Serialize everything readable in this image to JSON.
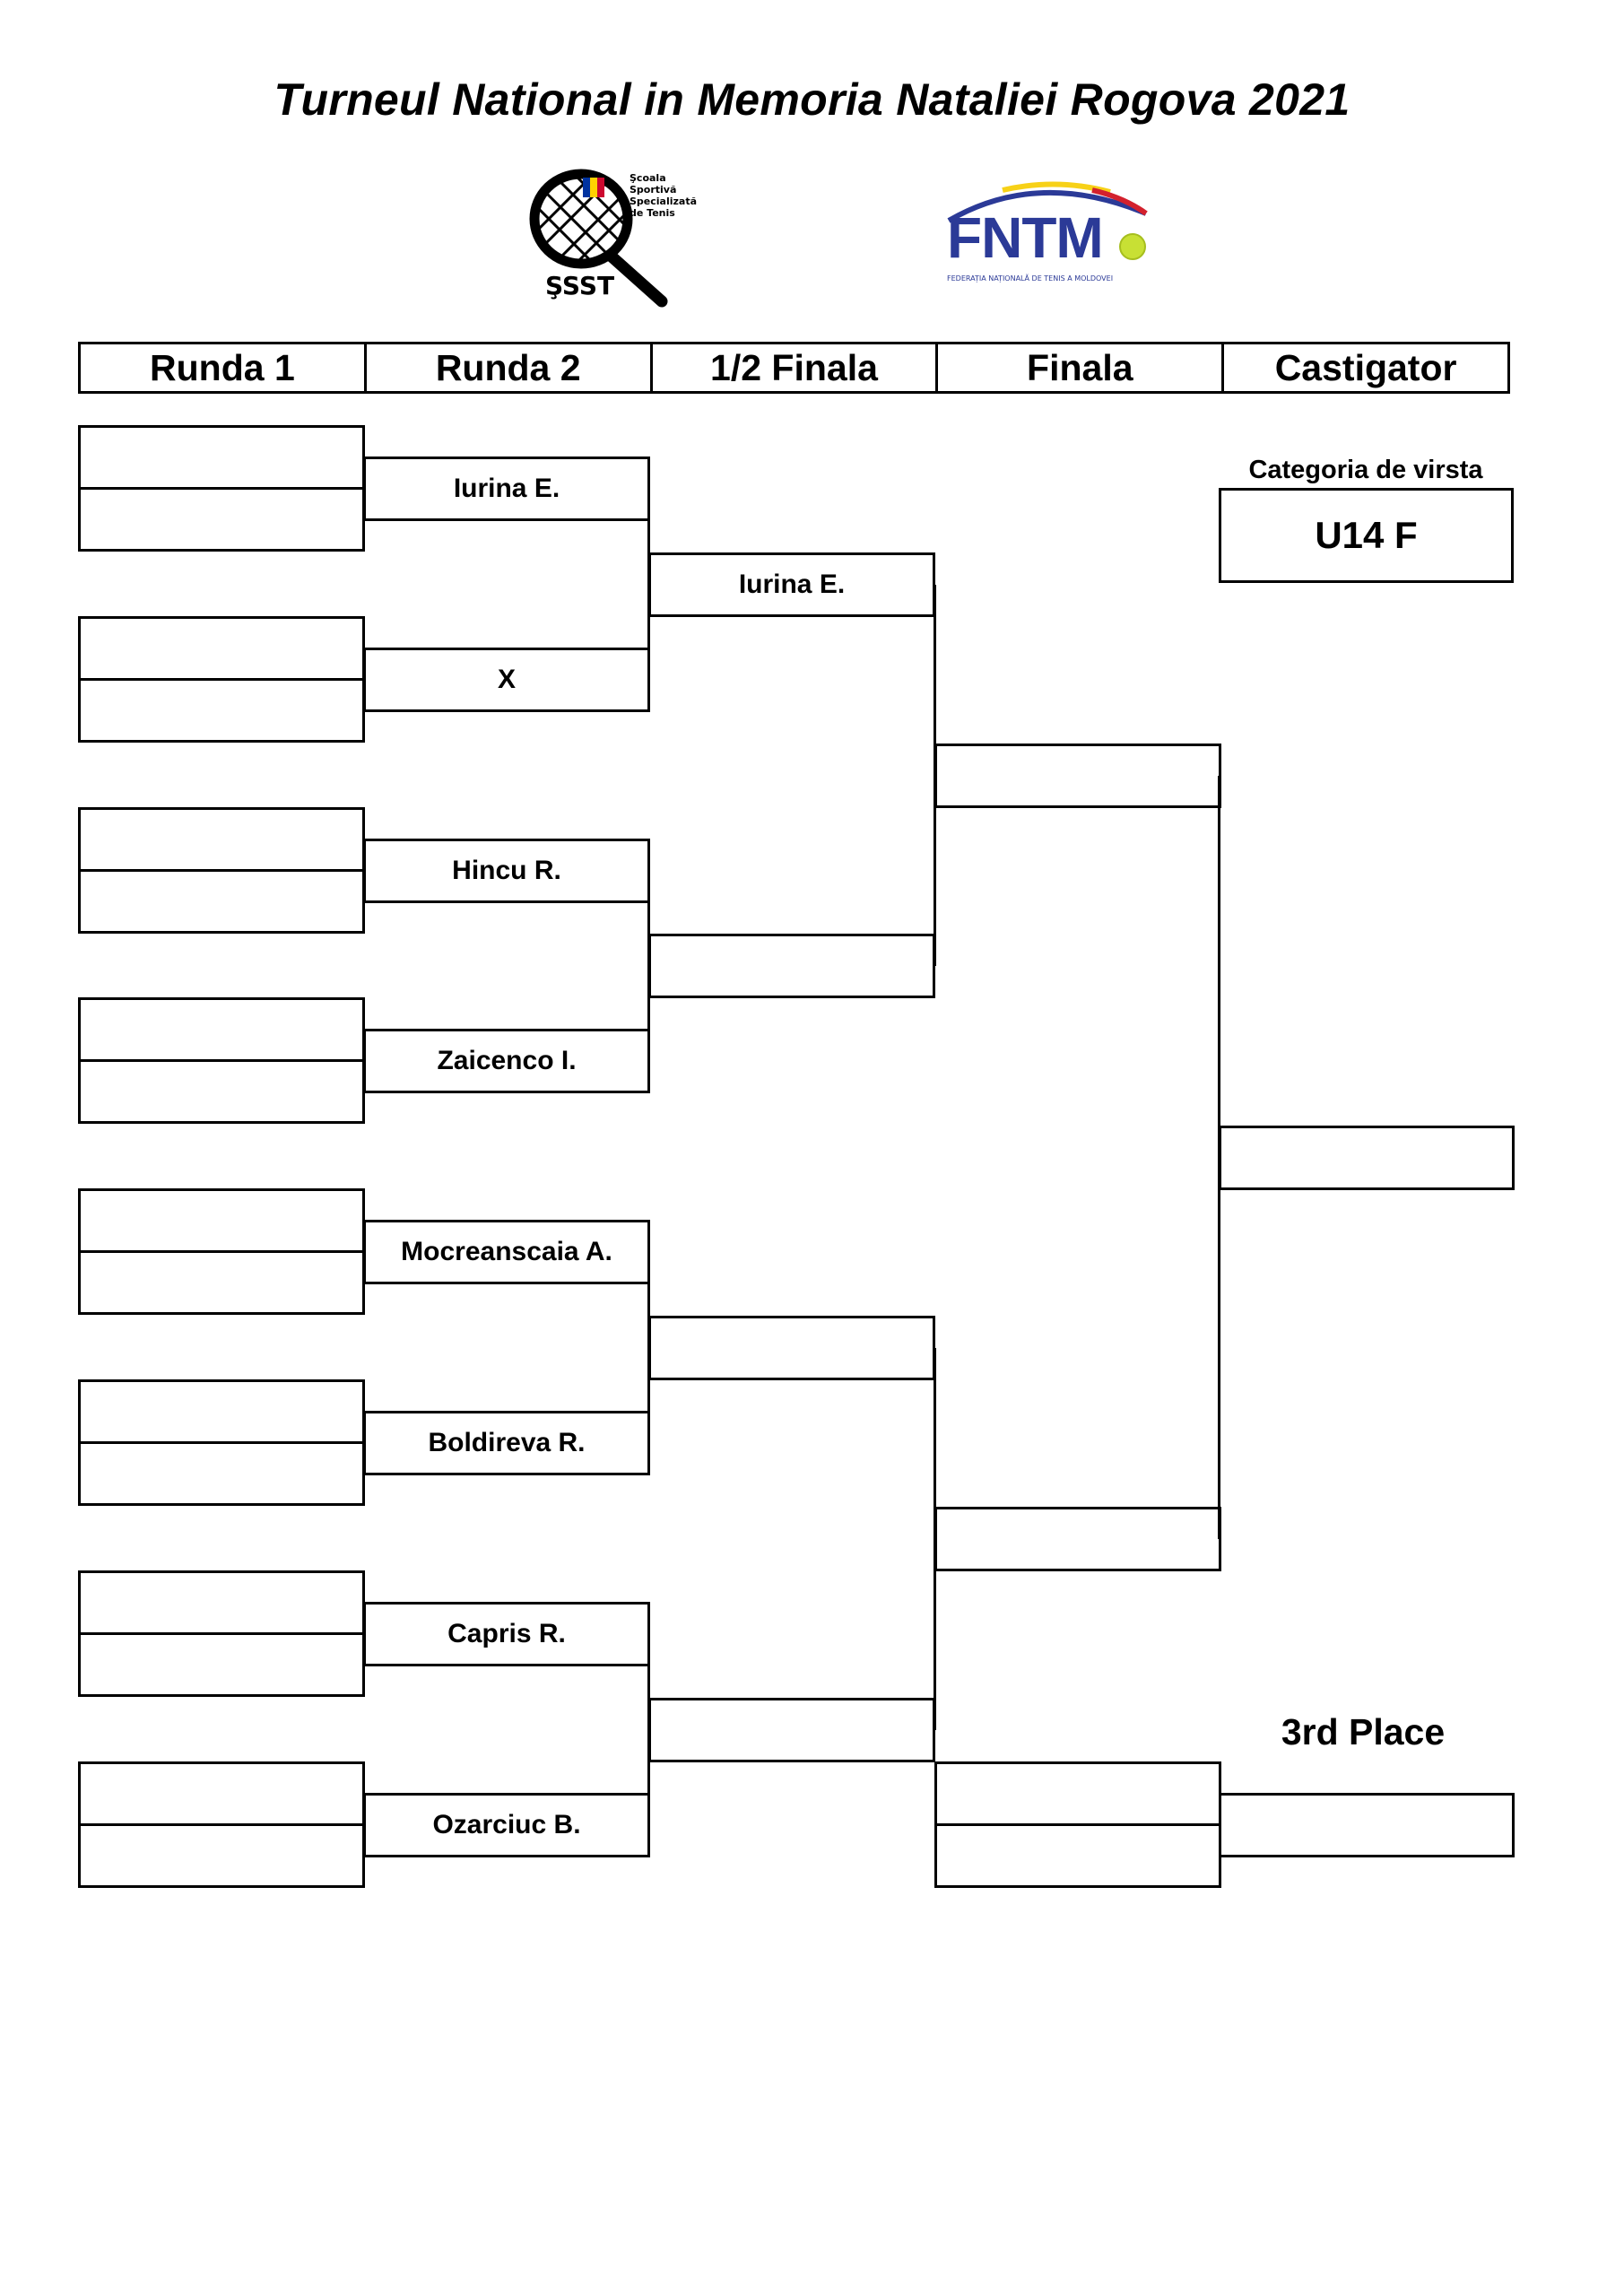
{
  "title": "Turneul National in Memoria Nataliei Rogova 2021",
  "logos": {
    "ssst": {
      "icon": "tennis-racket-icon",
      "lines": [
        "Şcoala",
        "Sportivă",
        "Specializată",
        "de Tenis"
      ],
      "short": "ŞSST",
      "colors": [
        "#0033a0",
        "#ffd200",
        "#cc092f"
      ]
    },
    "fntm": {
      "wordmark": "FNTM",
      "subtitle": "FEDERAȚIA NAȚIONALĂ DE TENIS A MOLDOVEI",
      "colors": {
        "text": "#2b3a97",
        "arc_blue": "#2b3a97",
        "arc_yellow": "#f7d117",
        "arc_red": "#d3212d",
        "ball": "#c8e034"
      }
    }
  },
  "headers": [
    "Runda 1",
    "Runda 2",
    "1/2 Finala",
    "Finala",
    "Castigator"
  ],
  "round2": [
    "Iurina E.",
    "X",
    "Hincu R.",
    "Zaicenco I.",
    "Mocreanscaia A.",
    "Boldireva R.",
    "Capris R.",
    "Ozarciuc B."
  ],
  "semifinal": [
    "Iurina E.",
    "",
    "",
    ""
  ],
  "final": [
    "",
    ""
  ],
  "winner": "",
  "category": {
    "label": "Categoria de virsta",
    "value": "U14 F"
  },
  "third_place": {
    "label": "3rd Place",
    "players": [
      "",
      ""
    ],
    "winner": ""
  }
}
